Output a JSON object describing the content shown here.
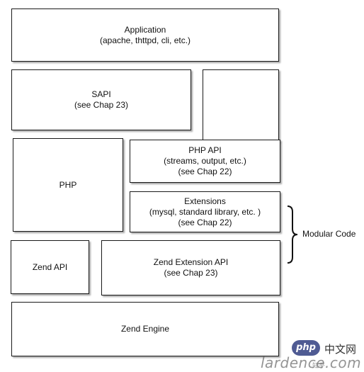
{
  "diagram": {
    "application": {
      "title": "Application",
      "subtitle": "(apache, thttpd, cli, etc.)"
    },
    "sapi": {
      "title": "SAPI",
      "subtitle": "(see Chap 23)"
    },
    "php": {
      "title": "PHP"
    },
    "php_api": {
      "title": "PHP API",
      "subtitle": "(streams, output, etc.)",
      "ref": "(see Chap 22)"
    },
    "extensions": {
      "title": "Extensions",
      "subtitle": "(mysql, standard library, etc. )",
      "ref": "(see Chap 22)"
    },
    "zend_api": {
      "title": "Zend API"
    },
    "zend_extension_api": {
      "title": "Zend Extension API",
      "ref": "(see Chap 23)"
    },
    "zend_engine": {
      "title": "Zend Engine"
    },
    "modular_code": {
      "label": "Modular Code"
    }
  },
  "watermark": {
    "logo_text": "php",
    "site_name": "中文网",
    "url_text": "lardence.com",
    "zhihu_text": "知乎"
  }
}
